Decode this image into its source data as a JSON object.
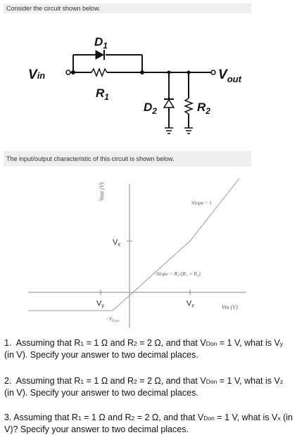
{
  "intro": {
    "circuit_caption": "Consider the circuit shown below.",
    "characteristic_caption": "The input/output characteristic of this circuit is shown below."
  },
  "circuit": {
    "vin": "V",
    "vin_sub": "in",
    "vout": "V",
    "vout_sub": "out",
    "d1": "D",
    "d1_sub": "1",
    "r1": "R",
    "r1_sub": "1",
    "d2": "D",
    "d2_sub": "2",
    "r2": "R",
    "r2_sub": "2"
  },
  "graph": {
    "ylabel": "Vout (V)",
    "xlabel": "Vin (V)",
    "vx": "V",
    "vx_sub": "x",
    "vy": "V",
    "vy_sub": "y",
    "vz": "V",
    "vz_sub": "z",
    "vdon": "−V",
    "vdon_sub": "D,on",
    "slope1": "Slope = 1",
    "slope2": "Slope = R₂/(R₁ + R₂)"
  },
  "questions": [
    {
      "number": "1.",
      "pre": "Assuming that R",
      "r1sub": "1",
      "mid1": " = 1 Ω and  R",
      "r2sub": "2",
      "mid2": " = 2 Ω, and that V",
      "vsub": "Don",
      "mid3": " = 1 V, what is V",
      "asub": "y",
      "post": " (in V). Specify your answer to two decimal places."
    },
    {
      "number": "2.",
      "pre": "Assuming that R",
      "r1sub": "1",
      "mid1": " = 1 Ω and  R",
      "r2sub": "2",
      "mid2": " = 2 Ω, and that V",
      "vsub": "Don",
      "mid3": " = 1 V, what is V",
      "asub": "z",
      "post": " (in V). Specify your answer to two decimal places."
    },
    {
      "number": "3.",
      "pre": "Assuming that R",
      "r1sub": "1",
      "mid1": " = 1 Ω and  R",
      "r2sub": "2",
      "mid2": " = 2 Ω, and that V",
      "vsub": "Don",
      "mid3": " = 1 V, what is V",
      "asub": "x",
      "post": " (in V)? Specify your answer to two decimal places."
    }
  ]
}
